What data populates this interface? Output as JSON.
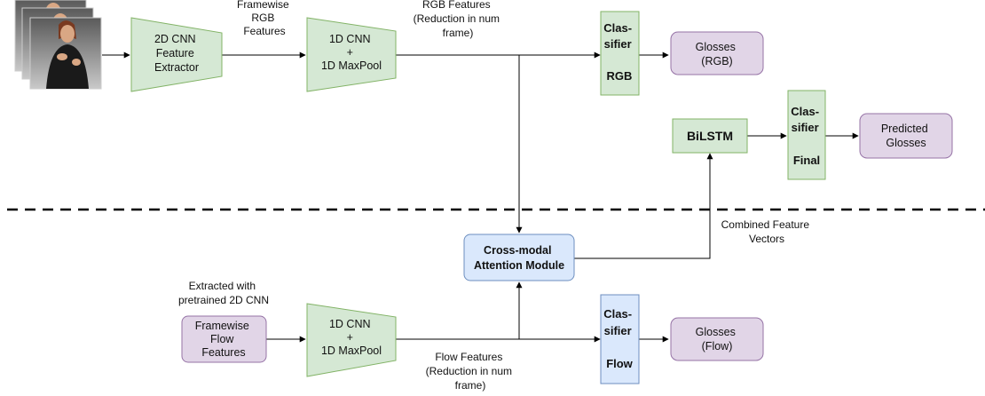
{
  "nodes": {
    "feature_extractor": [
      "2D CNN",
      "Feature",
      "Extractor"
    ],
    "rgb_conv": [
      "1D CNN",
      "+",
      "1D MaxPool"
    ],
    "classifier_rgb": [
      "Clas-",
      "sifier",
      "",
      "RGB"
    ],
    "glosses_rgb": [
      "Glosses",
      "(RGB)"
    ],
    "bilstm": [
      "BiLSTM"
    ],
    "classifier_final": [
      "Clas-",
      "sifier",
      "",
      "Final"
    ],
    "predicted_glosses": [
      "Predicted",
      "Glosses"
    ],
    "attention": [
      "Cross-modal",
      "Attention Module"
    ],
    "flow_input": [
      "Framewise",
      "Flow",
      "Features"
    ],
    "flow_conv": [
      "1D CNN",
      "+",
      "1D MaxPool"
    ],
    "classifier_flow": [
      "Clas-",
      "sifier",
      "",
      "Flow"
    ],
    "glosses_flow": [
      "Glosses",
      "(Flow)"
    ]
  },
  "edge_labels": {
    "framewise_rgb": [
      "Framewise",
      "RGB",
      "Features"
    ],
    "rgb_features": [
      "RGB Features",
      "(Reduction in num",
      "frame)"
    ],
    "combined": [
      "Combined Feature",
      "Vectors"
    ],
    "extracted": [
      "Extracted with",
      "pretrained 2D CNN"
    ],
    "flow_features": [
      "Flow Features",
      "(Reduction in num",
      "frame)"
    ]
  }
}
